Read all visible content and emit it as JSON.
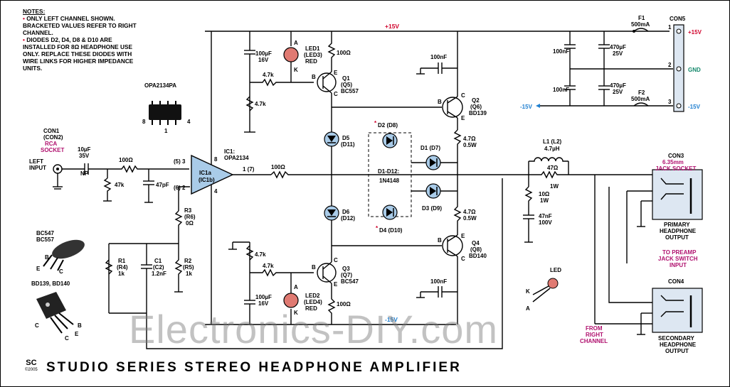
{
  "title": "STUDIO SERIES STEREO HEADPHONE AMPLIFIER",
  "watermark": "Electronics-DIY.com",
  "logo": {
    "text": "SC",
    "year": "©2005"
  },
  "notes": {
    "heading": "NOTES:",
    "bullet": "•",
    "items": [
      "ONLY LEFT CHANNEL SHOWN. BRACKETED VALUES REFER TO RIGHT CHANNEL.",
      "DIODES D2, D4, D8 & D10 ARE INSTALLED FOR 8Ω HEADPHONE USE ONLY. REPLACE THESE DIODES WITH WIRE LINKS FOR HIGHER IMPEDANCE UNITS."
    ]
  },
  "rails": {
    "pos": "+15V",
    "neg": "-15V",
    "gnd": "GND"
  },
  "colors": {
    "red": "#d0002a",
    "blue": "#1f7fd0",
    "green": "#12876a",
    "magenta": "#b0106e",
    "diode": "#a9cbe8",
    "led": "#e07a72"
  },
  "input": {
    "con1": "CON1",
    "con2": "(CON2)",
    "rca1": "RCA",
    "rca2": "SOCKET",
    "left1": "LEFT",
    "left2": "INPUT",
    "cap1": "10µF",
    "cap2": "35V",
    "cap3": "NP",
    "r1": "100Ω",
    "r2": "47k",
    "c": "47pF",
    "pin5": "(5) 3",
    "pin6": "(6) 2"
  },
  "opamp": {
    "ic1": "IC1:",
    "part": "OPA2134",
    "a": "IC1a",
    "b": "(IC1b)",
    "pin8": "8",
    "pin4": "4",
    "out": "1 (7)",
    "chip": "OPA2134PA",
    "chip8": "8",
    "chip1": "1",
    "chip4": "4"
  },
  "feedback": {
    "r3": "R3",
    "r6": "(R6)",
    "r3v": "0Ω",
    "r1": "R1",
    "r4": "(R4)",
    "r1v": "1k",
    "c1": "C1",
    "c2": "(C2)",
    "c1v": "1.2nF",
    "r2": "R2",
    "r5": "(R5)",
    "r2v": "1k",
    "rout": "100Ω"
  },
  "upper": {
    "cap1": "100µF",
    "cap2": "16V",
    "led1": "LED1",
    "led3": "(LED3)",
    "red": "RED",
    "a": "A",
    "k": "K",
    "r100": "100Ω",
    "r47a": "4.7k",
    "r47b": "4.7k",
    "q1": "Q1",
    "q5": "(Q5)",
    "q1t": "BC557",
    "b": "B",
    "c": "C",
    "e": "E"
  },
  "lower": {
    "cap1": "100µF",
    "cap2": "16V",
    "led2": "LED2",
    "led4": "(LED4)",
    "red": "RED",
    "a": "A",
    "k": "K",
    "r100": "100Ω",
    "r47a": "4.7k",
    "r47b": "4.7k",
    "q3": "Q3",
    "q7": "(Q7)",
    "q3t": "BC547",
    "b": "B",
    "c": "C",
    "e": "E"
  },
  "diodes": {
    "d5": "D5",
    "d11": "(D11)",
    "d6": "D6",
    "d12": "(D12)",
    "d2": "D2 (D8)",
    "d1": "D1 (D7)",
    "d3": "D3 (D9)",
    "d4": "D4 (D10)",
    "group1": "D1-D12:",
    "group2": "1N4148",
    "star": "*"
  },
  "output": {
    "q2": "Q2",
    "q6": "(Q6)",
    "q2t": "BD139",
    "q4": "Q4",
    "q8": "(Q8)",
    "q4t": "BD140",
    "cap": "100nF",
    "r1a": "4.7Ω",
    "r1b": "0.5W",
    "r2a": "4.7Ω",
    "r2b": "0.5W",
    "b": "B",
    "c": "C",
    "e": "E"
  },
  "network": {
    "l1": "L1 (L2)",
    "l1v": "4.7µH",
    "r47": "47Ω",
    "r1w": "1W",
    "r10": "10Ω",
    "r10w": "1W",
    "c47": "47nF",
    "c100": "100V"
  },
  "supply": {
    "f1": "F1",
    "f1v": "500mA",
    "f2": "F2",
    "f2v": "500mA",
    "con5": "CON5",
    "p1": "1",
    "p2": "2",
    "p3": "3",
    "c100a": "100nF",
    "c100b": "100nF",
    "c470a": "470µF",
    "c470b": "25V",
    "c470c": "470µF",
    "c470d": "25V"
  },
  "jacks": {
    "con3": "CON3",
    "con3a": "6.35mm",
    "con3b": "JACK SOCKET",
    "prim1": "PRIMARY",
    "prim2": "HEADPHONE",
    "prim3": "OUTPUT",
    "pre1": "TO PREAMP",
    "pre2": "JACK SWITCH",
    "pre3": "INPUT",
    "con4": "CON4",
    "sec1": "SECONDARY",
    "sec2": "HEADPHONE",
    "sec3": "OUTPUT",
    "from1": "FROM",
    "from2": "RIGHT",
    "from3": "CHANNEL"
  },
  "legend": {
    "bc1": "BC547",
    "bc2": "BC557",
    "bd": "BD139, BD140",
    "led": "LED",
    "k": "K",
    "a": "A",
    "b": "B",
    "e": "E",
    "c": "C"
  }
}
